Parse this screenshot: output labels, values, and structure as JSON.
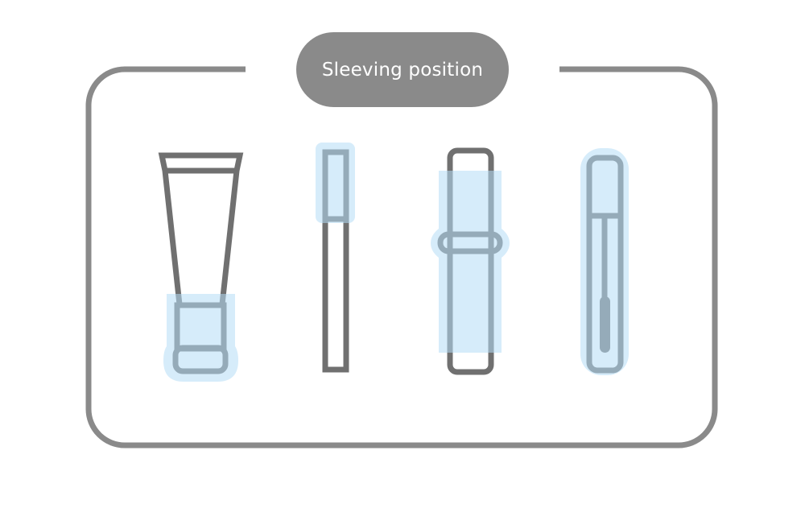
{
  "title": "Sleeving position",
  "colors": {
    "frame": "#8a8a8a",
    "outline": "#707070",
    "highlight": "#b4dcf5"
  },
  "products": [
    {
      "icon": "tube-icon",
      "highlight": "cap"
    },
    {
      "icon": "mascara-icon",
      "highlight": "top"
    },
    {
      "icon": "vial-icon",
      "highlight": "body"
    },
    {
      "icon": "lip-gloss-icon",
      "highlight": "full"
    }
  ]
}
